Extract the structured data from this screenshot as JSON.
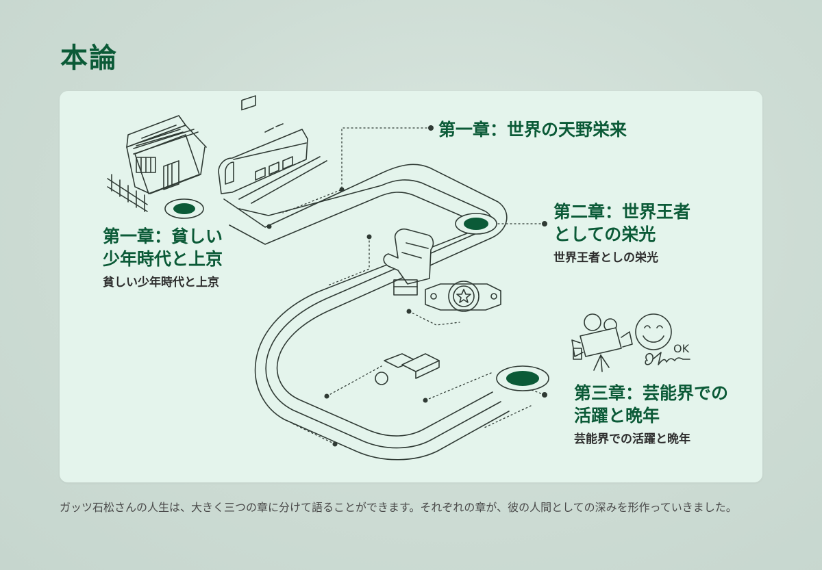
{
  "page": {
    "heading": "本論",
    "body": "ガッツ石松さんの人生は、大きく三つの章に分けて語ることができます。それぞれの章が、彼の人間としての深みを形作っていきました。"
  },
  "diagram": {
    "top_label": "第一章：世界の天野栄来",
    "chapter1": {
      "title_line1": "第一章：貧しい",
      "title_line2": "少年時代と上京",
      "subtitle": "貧しい少年時代と上京"
    },
    "chapter2": {
      "title_line1": "第二章：世界王者",
      "title_line2": "としての栄光",
      "subtitle": "世界王者としの栄光"
    },
    "chapter3": {
      "title_line1": "第三章：芸能界での",
      "title_line2": "活躍と晩年",
      "subtitle": "芸能界での活躍と晩年"
    },
    "ok_text": "OK",
    "signature_text": "Okw"
  },
  "colors": {
    "accent": "#0b5a37",
    "line": "#2f3a34",
    "card": "#e4f4ec"
  },
  "icons": [
    "house-icon",
    "train-icon",
    "boxing-glove-icon",
    "championship-belt-icon",
    "movie-camera-icon",
    "smiley-icon",
    "signature-icon",
    "box-icon",
    "ball-icon"
  ]
}
